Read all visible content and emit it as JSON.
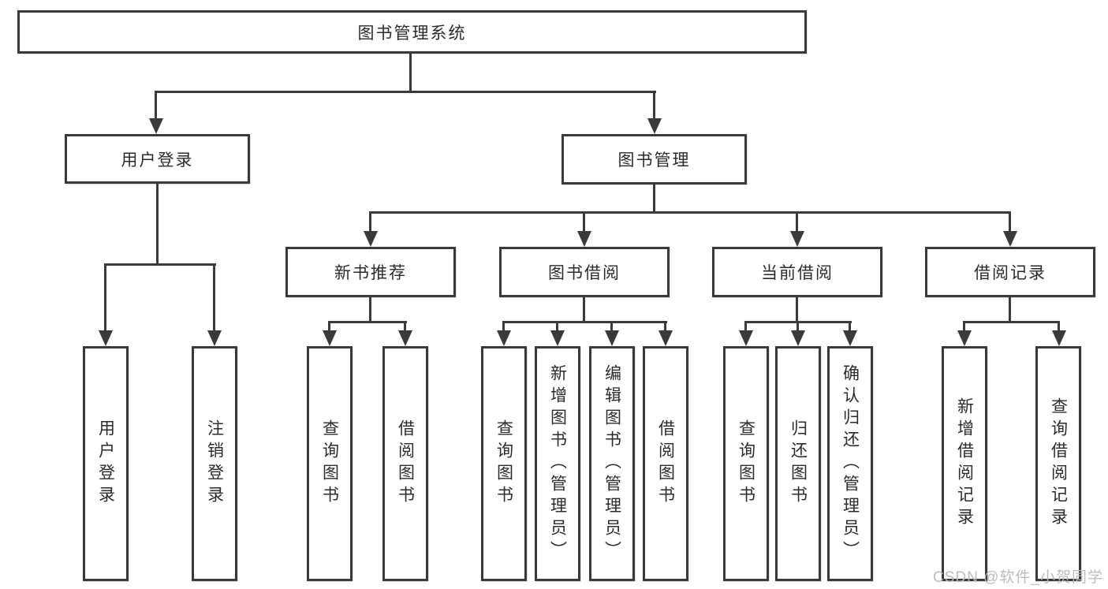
{
  "diagram": {
    "title": "图书管理系统",
    "tree": {
      "root": {
        "label": "图书管理系统"
      },
      "level2": [
        {
          "label": "用户登录",
          "children": [
            "用户登录",
            "注销登录"
          ]
        },
        {
          "label": "图书管理"
        }
      ],
      "level3": [
        {
          "label": "新书推荐",
          "children": [
            "查询图书",
            "借阅图书"
          ]
        },
        {
          "label": "图书借阅",
          "children": [
            "查询图书",
            "新增图书（管理员）",
            "编辑图书（管理员）",
            "借阅图书"
          ]
        },
        {
          "label": "当前借阅",
          "children": [
            "查询图书",
            "归还图书",
            "确认归还（管理员）"
          ]
        },
        {
          "label": "借阅记录",
          "children": [
            "新增借阅记录",
            "查询借阅记录"
          ]
        }
      ]
    },
    "colors": {
      "line": "#3a3a3a",
      "box_border": "#3a3a3a",
      "box_fill": "#ffffff",
      "text": "#2b2b2b",
      "watermark": "#b9b9b9",
      "background": "#ffffff"
    }
  },
  "watermark": "CSDN @软件_小贺同学"
}
